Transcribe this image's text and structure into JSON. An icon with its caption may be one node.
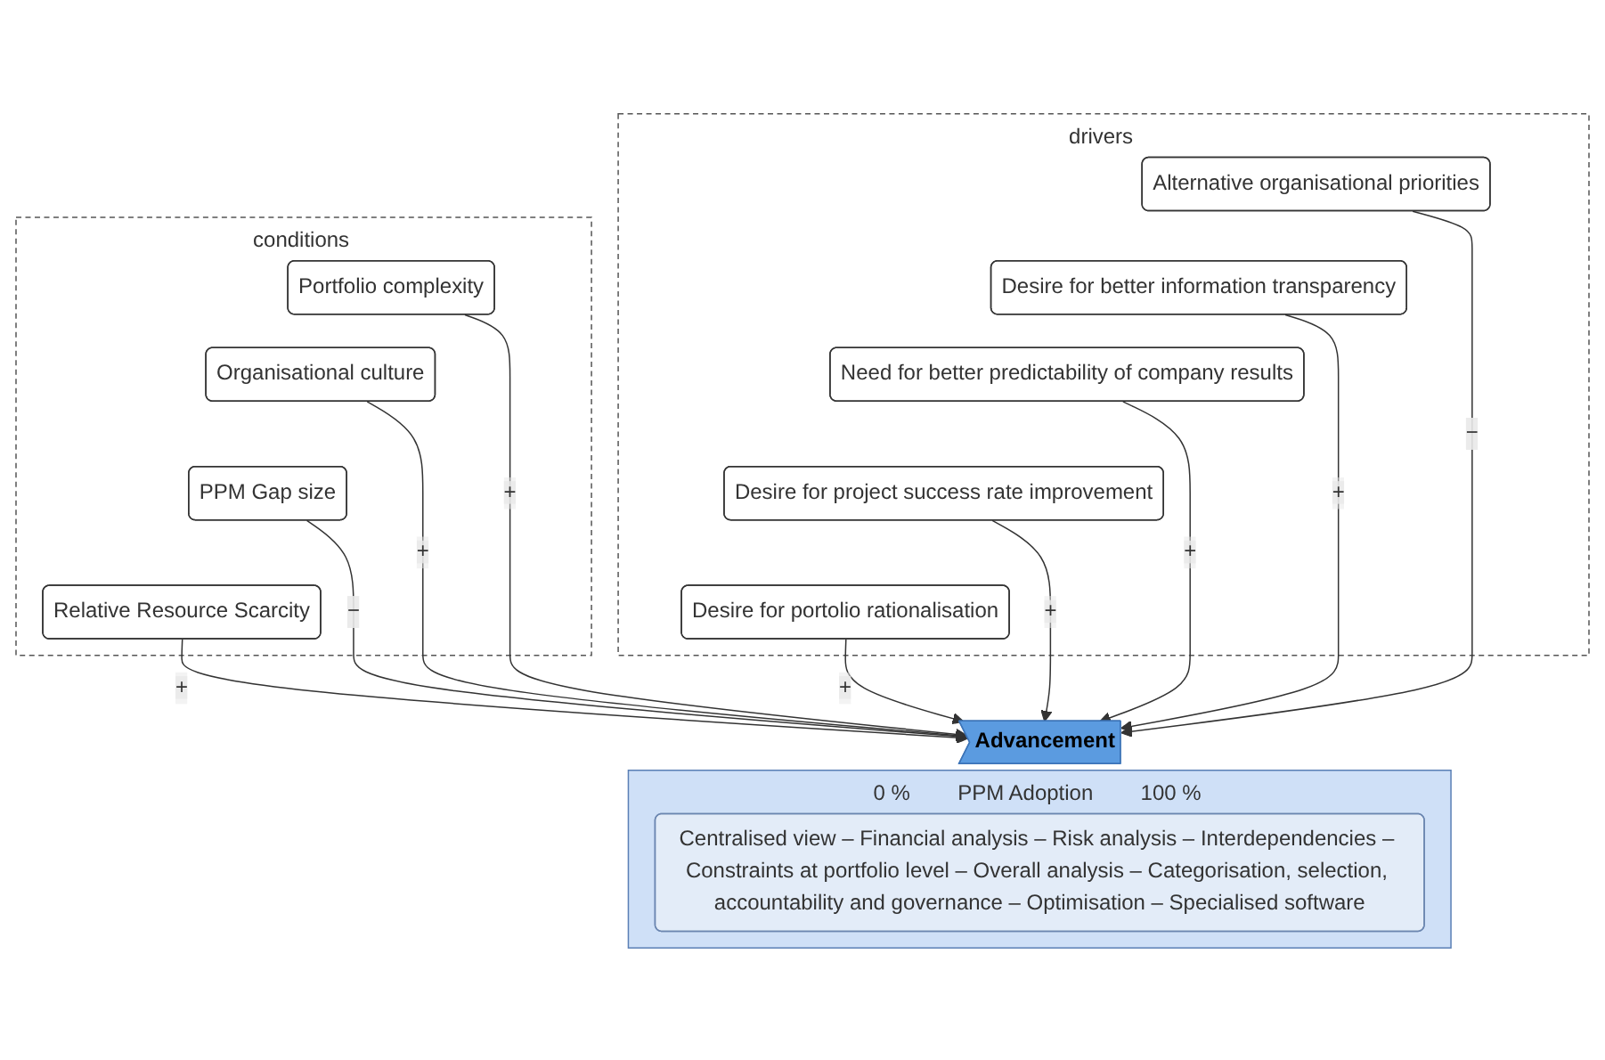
{
  "diagram": {
    "nodes": [
      {
        "text": [
          "conditions"
        ]
      },
      {
        "text": [
          "Portfolio complexity"
        ],
        "in": 0
      },
      {
        "text": [
          "Organisational culture"
        ],
        "in": 0
      },
      {
        "text": [
          "PPM Gap size"
        ],
        "in": 0
      },
      {
        "text": [
          "Relative Resource Scarcity"
        ],
        "in": 0
      },
      {
        "text": [
          "drivers"
        ]
      },
      {
        "text": [
          "Alternative organisational priorities"
        ],
        "in": 5
      },
      {
        "text": [
          "Desire for better information transparency"
        ],
        "in": 5
      },
      {
        "text": [
          "Need for better predictability of company results"
        ],
        "in": 5
      },
      {
        "text": [
          "Desire for project success rate improvement"
        ],
        "in": 5
      },
      {
        "text": [
          "Desire for portolio rationalisation"
        ],
        "in": 5
      },
      {
        "text": [
          "Advancement"
        ]
      },
      {
        "text": [
          "0 %",
          "PPM Adoption",
          "100 %"
        ]
      },
      {
        "text": [
          "Centralised view – Financial analysis – Risk analysis – Interdependencies – Constraints at portfolio level – Overall analysis – Categorisation, selection, accountability and governance – Optimisation – Specialised software"
        ],
        "in": 12
      }
    ],
    "edges": [
      {
        "from": 4,
        "to": 11,
        "arrow": "to",
        "label": "+"
      },
      {
        "from": 3,
        "to": 11,
        "arrow": "to",
        "label": "−"
      },
      {
        "from": 2,
        "to": 11,
        "arrow": "to",
        "label": "+"
      },
      {
        "from": 1,
        "to": 11,
        "arrow": "to",
        "label": "+"
      },
      {
        "from": 10,
        "to": 11,
        "arrow": "to",
        "label": "+"
      },
      {
        "from": 9,
        "to": 11,
        "arrow": "to",
        "label": "+"
      },
      {
        "from": 8,
        "to": 11,
        "arrow": "to",
        "label": "+"
      },
      {
        "from": 7,
        "to": 11,
        "arrow": "to",
        "label": "+"
      },
      {
        "from": 6,
        "to": 11,
        "arrow": "to",
        "label": "−"
      }
    ]
  }
}
